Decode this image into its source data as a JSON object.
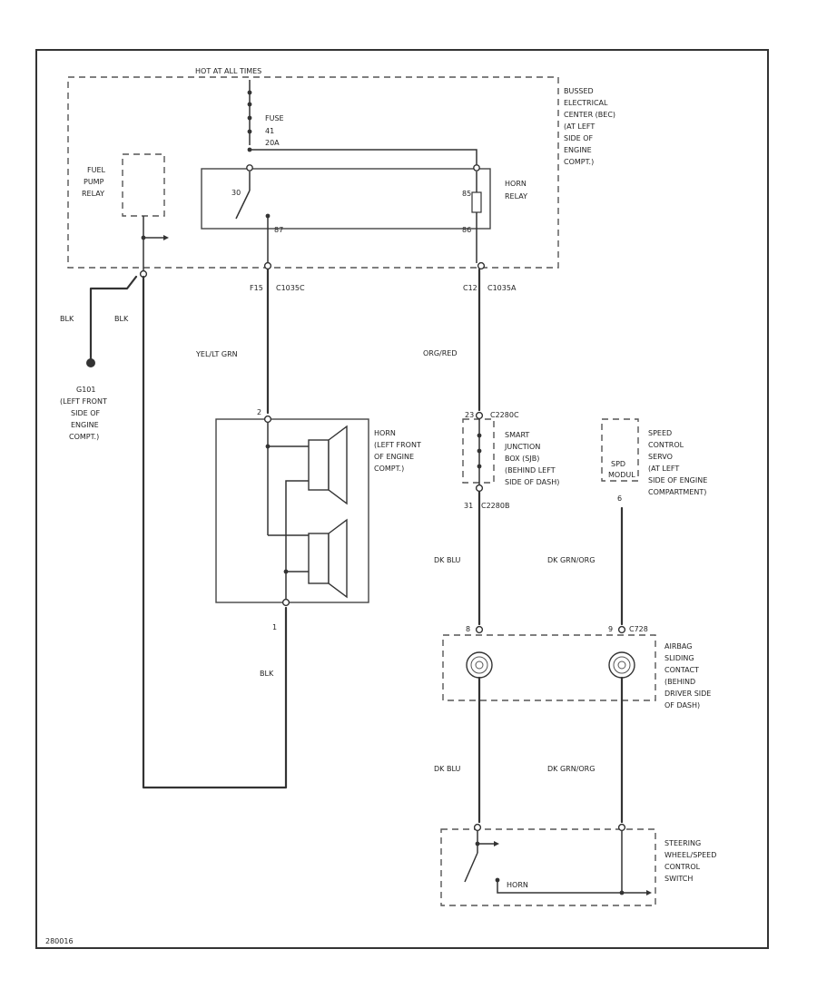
{
  "colors": {
    "yel_lt_grn": "#aaee55",
    "org_red": "#f0b47a",
    "dk_blu": "#7a90e8",
    "dk_grn_org": "#c2d98a",
    "black": "#333333"
  },
  "labels": {
    "hot_at_all_times": "HOT AT ALL TIMES",
    "fuse": [
      "FUSE",
      "41",
      "20A"
    ],
    "becc": [
      "BUSSED",
      "ELECTRICAL",
      "CENTER (BEC)",
      "(AT LEFT",
      "SIDE OF",
      "ENGINE",
      "COMPT.)"
    ],
    "fuel_pump_relay": [
      "FUEL",
      "PUMP",
      "RELAY"
    ],
    "horn_relay": [
      "HORN",
      "RELAY"
    ],
    "pin_30": "30",
    "pin_87": "87",
    "pin_85": "85",
    "pin_86": "86",
    "pin_f15": "F15",
    "conn_c1035c": "C1035C",
    "pin_c12": "C12",
    "conn_c1035a": "C1035A",
    "blk_1": "BLK",
    "blk_2": "BLK",
    "blk_3": "BLK",
    "ground": [
      "G101",
      "(LEFT FRONT",
      "SIDE OF",
      "ENGINE",
      "COMPT.)"
    ],
    "wire_yel_lt_grn": "YEL/LT GRN",
    "wire_org_red": "ORG/RED",
    "horn": [
      "HORN",
      "(LEFT FRONT",
      "OF ENGINE",
      "COMPT.)"
    ],
    "horn_pin_2": "2",
    "horn_pin_1": "1",
    "sjb_conn": "C2280C",
    "sjb_pin_23": "23",
    "sjb": [
      "SMART",
      "JUNCTION",
      "BOX (SJB)",
      "(BEHIND LEFT",
      "SIDE OF DASH)"
    ],
    "sjb_out": "31",
    "conn_c2280b": "C2280B",
    "speed_servo": [
      "SPEED",
      "CONTROL",
      "SERVO",
      "(AT LEFT",
      "SIDE OF ENGINE",
      "COMPARTMENT)"
    ],
    "servo_inner": [
      "SPD",
      "MODUL"
    ],
    "servo_pin": "6",
    "wire_dk_blu_1": "DK BLU",
    "wire_dk_grn_org_1": "DK GRN/ORG",
    "clock_pin_8": "8",
    "clock_pin_9": "9",
    "clock_conn": "C728",
    "clockspring": [
      "AIRBAG",
      "SLIDING",
      "CONTACT",
      "(BEHIND",
      "DRIVER SIDE",
      "OF DASH)"
    ],
    "wire_dk_blu_2": "DK BLU",
    "wire_dk_grn_org_2": "DK GRN/ORG",
    "steering_switch": [
      "STEERING",
      "WHEEL/SPEED",
      "CONTROL",
      "SWITCH"
    ],
    "horn_sw": "HORN",
    "diagram_id": "280016"
  }
}
